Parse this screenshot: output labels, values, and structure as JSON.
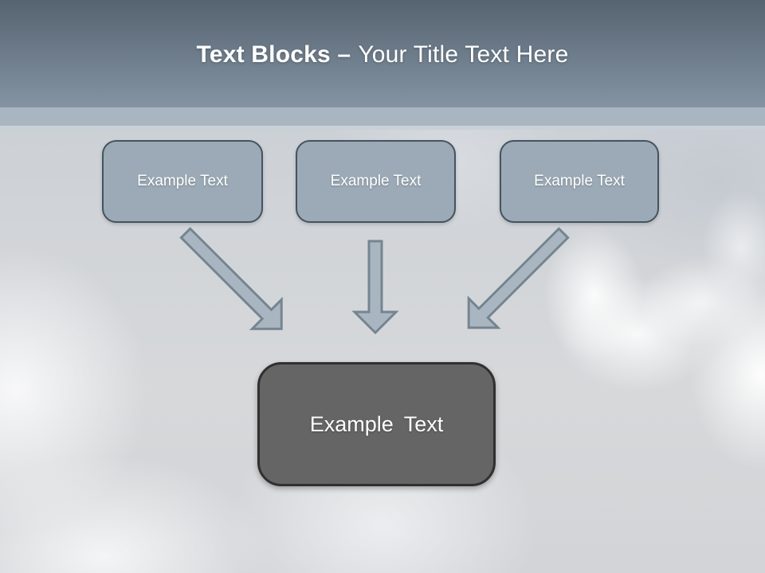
{
  "title": {
    "bold": "Text Blocks –",
    "regular": "Your Title Text Here"
  },
  "boxes": [
    {
      "label": "Example Text"
    },
    {
      "label": "Example Text"
    },
    {
      "label": "Example Text"
    }
  ],
  "result_box": {
    "label": "Example Text"
  },
  "arrows": [
    {
      "name": "arrow-down-right-icon"
    },
    {
      "name": "arrow-down-icon"
    },
    {
      "name": "arrow-down-left-icon"
    }
  ],
  "colors": {
    "header_gradient_top": "#566371",
    "header_gradient_bottom": "#8494a3",
    "accent_strip": "#a9b6c1",
    "box_fill": "#9baab6",
    "box_border": "#44545f",
    "result_box_fill": "#656565",
    "result_box_border": "#303030",
    "arrow_fill": "#a9b6c2",
    "arrow_stroke": "#75858f",
    "title_text": "#ffffff",
    "label_text": "#ffffff"
  }
}
